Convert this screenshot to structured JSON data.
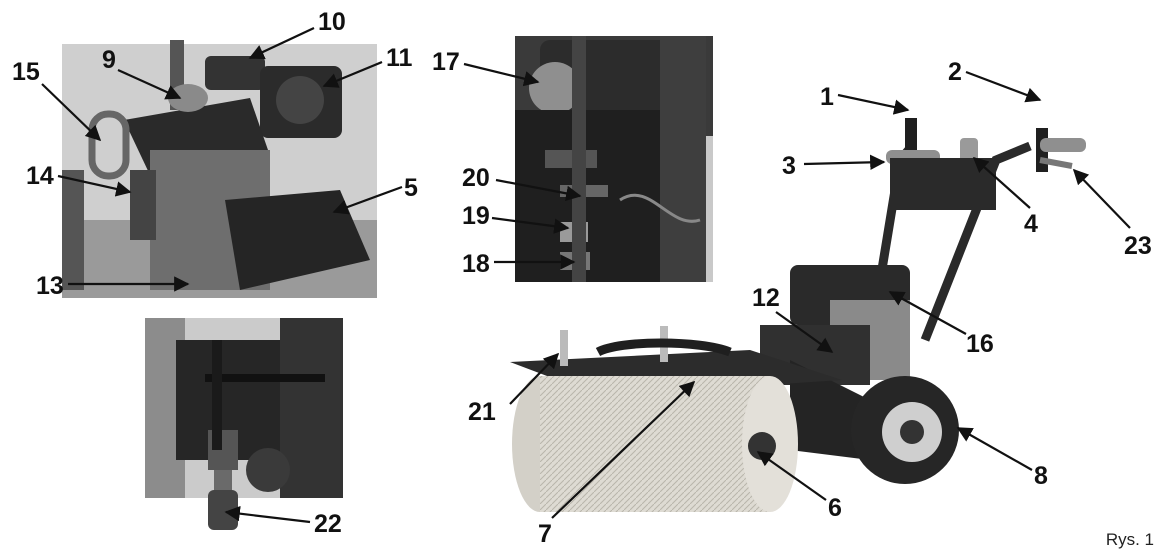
{
  "figure": {
    "caption": "Rys. 1",
    "callouts": [
      "1",
      "2",
      "3",
      "4",
      "5",
      "6",
      "7",
      "8",
      "9",
      "10",
      "11",
      "12",
      "13",
      "14",
      "15",
      "16",
      "17",
      "18",
      "19",
      "20",
      "21",
      "22",
      "23"
    ]
  },
  "colors": {
    "ink": "#111111",
    "panel_bg": "#cfcfcf",
    "metal_dark": "#2a2a2a",
    "brush": "#d9d6cf"
  },
  "panels": [
    "engine-detail-photo",
    "control-panel-detail-photo",
    "brush-pivot-detail-photo",
    "sweeper-machine-photo"
  ]
}
